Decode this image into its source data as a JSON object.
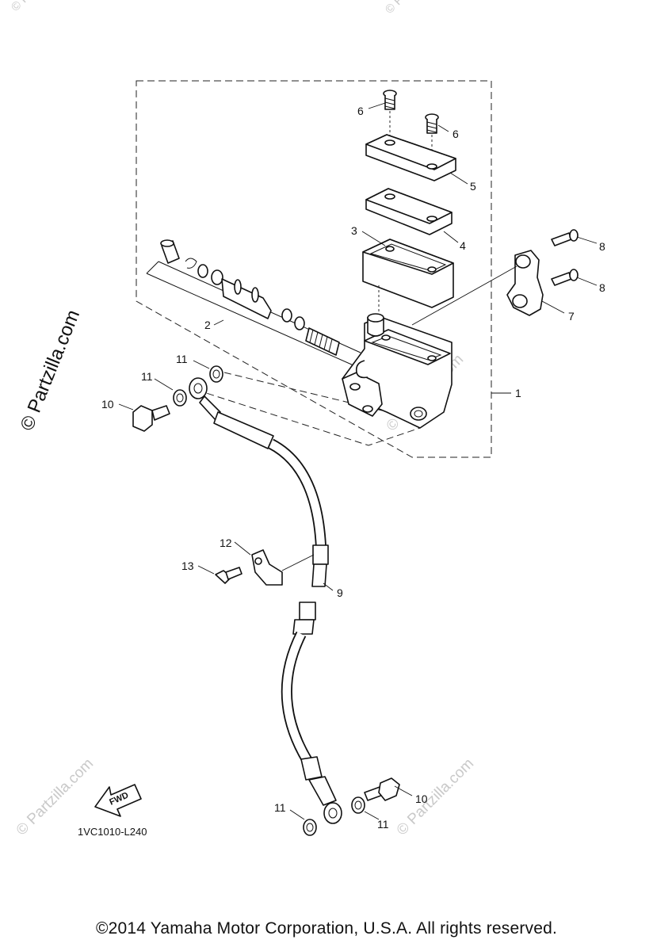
{
  "watermark": {
    "side_text": "© Partzilla.com",
    "faint_text": "© Partzilla.com"
  },
  "callouts": {
    "c1": "1",
    "c2": "2",
    "c3": "3",
    "c4": "4",
    "c5": "5",
    "c6a": "6",
    "c6b": "6",
    "c7": "7",
    "c8a": "8",
    "c8b": "8",
    "c9": "9",
    "c10a": "10",
    "c10b": "10",
    "c11a": "11",
    "c11b": "11",
    "c11c": "11",
    "c11d": "11",
    "c12": "12",
    "c13": "13"
  },
  "fwd_arrow_label": "FWD",
  "diagram_code": "1VC1010-L240",
  "copyright": "©2014  Yamaha Motor Corporation, U.S.A. All rights reserved."
}
